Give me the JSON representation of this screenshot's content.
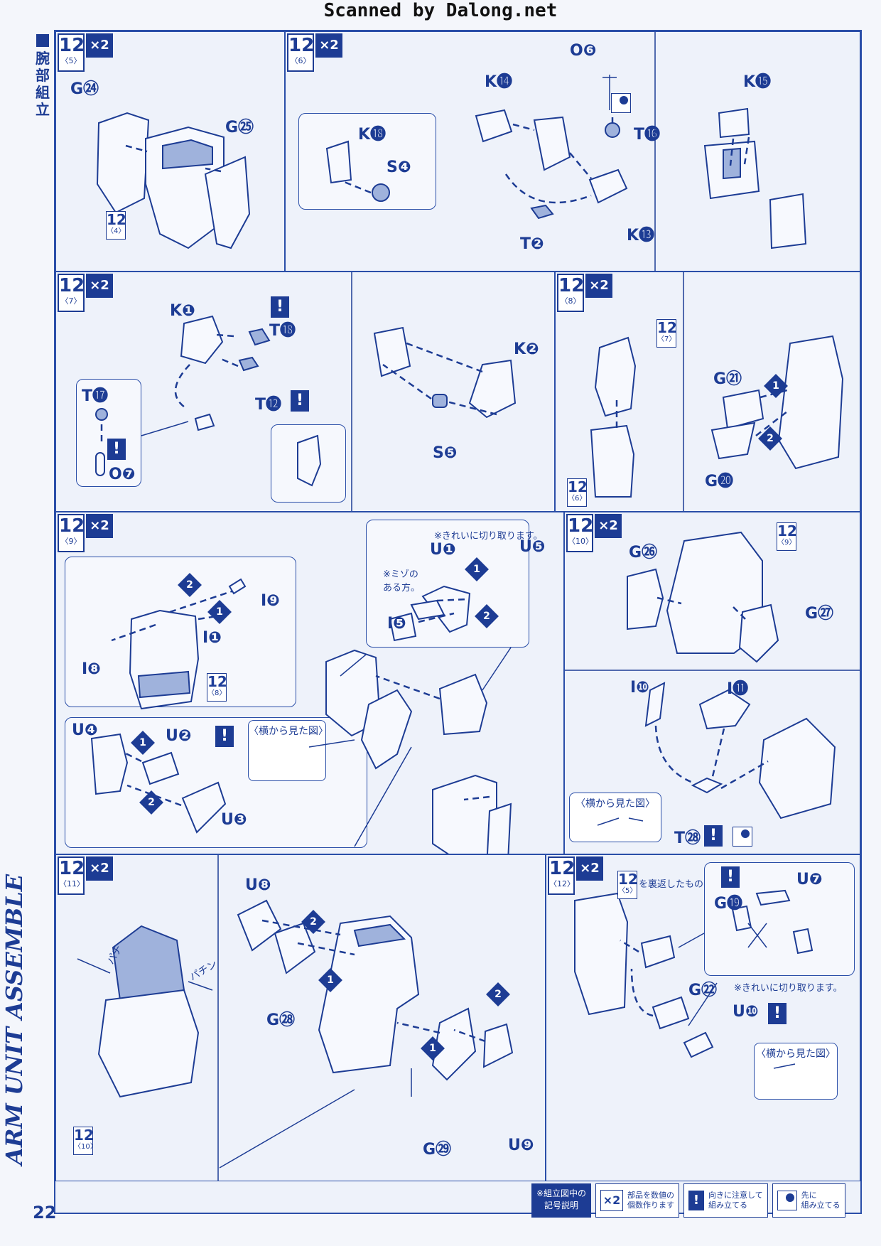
{
  "header": {
    "scan_credit": "Scanned by Dalong.net"
  },
  "sidebar": {
    "section_jp": "腕部組立",
    "section_en": "ARM UNIT ASSEMBLE"
  },
  "page_number": "22",
  "steps": [
    {
      "id": "5",
      "num": "12",
      "sub": "〈5〉",
      "mult": "×2",
      "labels": [
        "G㉔",
        "G㉕"
      ],
      "ref": {
        "num": "12",
        "sub": "〈4〉"
      }
    },
    {
      "id": "6",
      "num": "12",
      "sub": "〈6〉",
      "mult": "×2",
      "labels": [
        "O❻",
        "K⓮",
        "T⓰",
        "K⓲",
        "S❹",
        "T❷",
        "K⓭",
        "K⓯"
      ]
    },
    {
      "id": "7",
      "num": "12",
      "sub": "〈7〉",
      "mult": "×2",
      "labels": [
        "K❶",
        "T⓲",
        "T⓬",
        "T⓱",
        "O❼",
        "K❷",
        "S❺"
      ]
    },
    {
      "id": "8",
      "num": "12",
      "sub": "〈8〉",
      "mult": "×2",
      "labels": [
        "G㉑",
        "G⓴"
      ],
      "ref_top": {
        "num": "12",
        "sub": "〈7〉"
      },
      "ref": {
        "num": "12",
        "sub": "〈6〉"
      }
    },
    {
      "id": "9",
      "num": "12",
      "sub": "〈9〉",
      "mult": "×2",
      "labels": [
        "I❾",
        "I❶",
        "I❽",
        "U❶",
        "U❺",
        "I❺",
        "U❹",
        "U❷",
        "U❸"
      ],
      "ref": {
        "num": "12",
        "sub": "〈8〉"
      },
      "notes": {
        "clean_cut": "※きれいに切り取ります。",
        "groove": "※ミゾの\nある方。",
        "side_view": "〈横から見た図〉"
      }
    },
    {
      "id": "10",
      "num": "12",
      "sub": "〈10〉",
      "mult": "×2",
      "labels": [
        "G㉖",
        "G㉗",
        "I❿",
        "I⓫",
        "T㉘"
      ],
      "ref": {
        "num": "12",
        "sub": "〈9〉"
      },
      "notes": {
        "side_view": "〈横から見た図〉"
      }
    },
    {
      "id": "11",
      "num": "12",
      "sub": "〈11〉",
      "mult": "×2",
      "labels": [
        "U❽",
        "G㉘",
        "G㉙",
        "U❾"
      ],
      "ref": {
        "num": "12",
        "sub": "〈10〉"
      },
      "notes": {
        "snap_left": "パチ",
        "snap_right": "パチン"
      }
    },
    {
      "id": "12",
      "num": "12",
      "sub": "〈12〉",
      "mult": "×2",
      "labels": [
        "U❼",
        "G⓳",
        "G㉒",
        "U❿"
      ],
      "ref": {
        "num": "12",
        "sub": "〈5〉"
      },
      "notes": {
        "flipped": "を裏返したもの",
        "clean_cut": "※きれいに切り取ります。",
        "side_view": "〈横から見た図〉"
      }
    }
  ],
  "legend": {
    "title": "※組立図中の\n記号説明",
    "items": [
      {
        "icon": "×2",
        "text": "部品を数値の\n個数作ります"
      },
      {
        "icon": "!",
        "text": "向きに注意して\n組み立てる"
      },
      {
        "icon": "prep",
        "text": "先に\n組み立てる"
      }
    ]
  },
  "colors": {
    "ink": "#1d3c94",
    "paper": "#eef2fa",
    "shade": "#9fb2dc"
  }
}
